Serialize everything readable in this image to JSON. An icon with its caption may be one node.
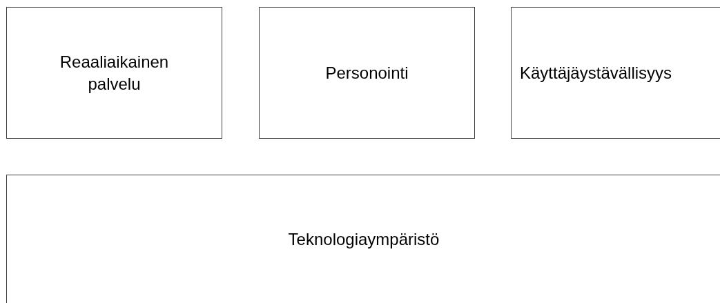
{
  "diagram": {
    "nodes": [
      {
        "text": [
          "Reaaliaikainen palvelu"
        ]
      },
      {
        "text": [
          "Personointi"
        ]
      },
      {
        "text": [
          "Käyttäjäystävällisyys"
        ]
      },
      {
        "text": [
          "Teknologiaympäristö"
        ]
      }
    ]
  }
}
